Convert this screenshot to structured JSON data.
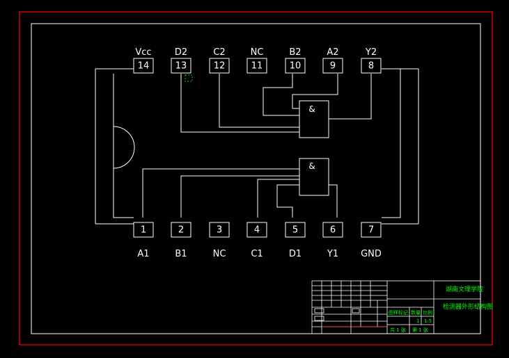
{
  "top_pins": [
    {
      "number": "14",
      "label": "Vcc"
    },
    {
      "number": "13",
      "label": "D2"
    },
    {
      "number": "12",
      "label": "C2"
    },
    {
      "number": "11",
      "label": "NC"
    },
    {
      "number": "10",
      "label": "B2"
    },
    {
      "number": "9",
      "label": "A2"
    },
    {
      "number": "8",
      "label": "Y2"
    }
  ],
  "bottom_pins": [
    {
      "number": "1",
      "label": "A1"
    },
    {
      "number": "2",
      "label": "B1"
    },
    {
      "number": "3",
      "label": "NC"
    },
    {
      "number": "4",
      "label": "C1"
    },
    {
      "number": "5",
      "label": "D1"
    },
    {
      "number": "6",
      "label": "Y1"
    },
    {
      "number": "7",
      "label": "GND"
    }
  ],
  "gates": [
    {
      "symbol": "&"
    },
    {
      "symbol": "&"
    }
  ],
  "title_block": {
    "institution": "湖南文理学院",
    "drawing_title": "检测器外形结构图",
    "row_labels": [
      "图样标记",
      "数量",
      "比例"
    ],
    "scale_value": "1",
    "ratio_value": "1:5",
    "sheet_text": "共 1 张",
    "sheet_num_text": "第 1 张"
  },
  "colors": {
    "background": "#000000",
    "outer_border": "#ff0000",
    "inner_border": "#ffffff",
    "title_text": "#00ff00"
  }
}
